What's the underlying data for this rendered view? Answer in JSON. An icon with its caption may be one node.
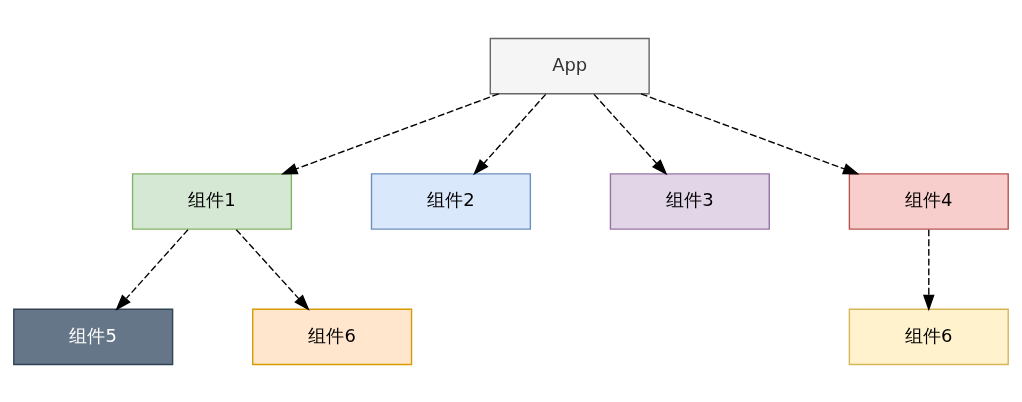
{
  "diagram": {
    "nodes": [
      {
        "text": [
          "App"
        ]
      },
      {
        "text": [
          "组件1"
        ]
      },
      {
        "text": [
          "组件2"
        ]
      },
      {
        "text": [
          "组件3"
        ]
      },
      {
        "text": [
          "组件4"
        ]
      },
      {
        "text": [
          "组件5"
        ]
      },
      {
        "text": [
          "组件6"
        ]
      },
      {
        "text": [
          "组件6"
        ]
      }
    ],
    "edges": [
      {
        "from": 0,
        "to": 1,
        "arrow": "to",
        "style": "dashed"
      },
      {
        "from": 0,
        "to": 2,
        "arrow": "to",
        "style": "dashed"
      },
      {
        "from": 0,
        "to": 3,
        "arrow": "to",
        "style": "dashed"
      },
      {
        "from": 0,
        "to": 4,
        "arrow": "to",
        "style": "dashed"
      },
      {
        "from": 1,
        "to": 5,
        "arrow": "to",
        "style": "dashed"
      },
      {
        "from": 1,
        "to": 6,
        "arrow": "to",
        "style": "dashed"
      },
      {
        "from": 4,
        "to": 7,
        "arrow": "to",
        "style": "dashed"
      }
    ]
  }
}
